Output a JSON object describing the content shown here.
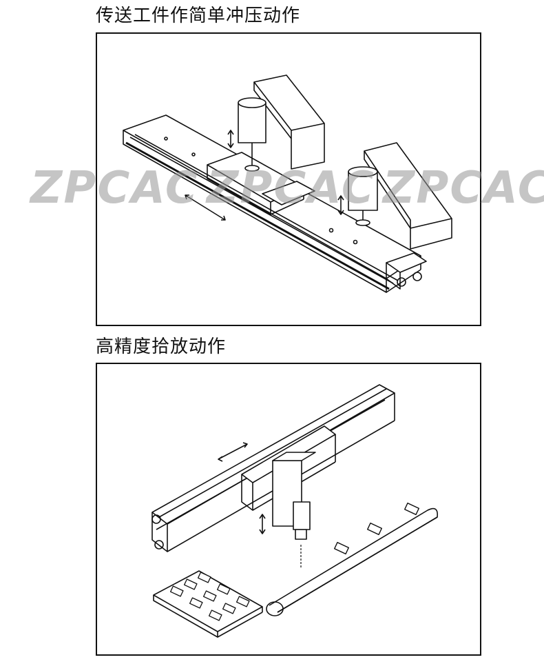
{
  "sections": [
    {
      "title": "传送工件作简单冲压动作"
    },
    {
      "title": "高精度拾放动作"
    }
  ],
  "watermark": {
    "text": "ZPCAC"
  },
  "colors": {
    "line": "#111111",
    "watermark": "#969696",
    "background": "#ffffff"
  }
}
